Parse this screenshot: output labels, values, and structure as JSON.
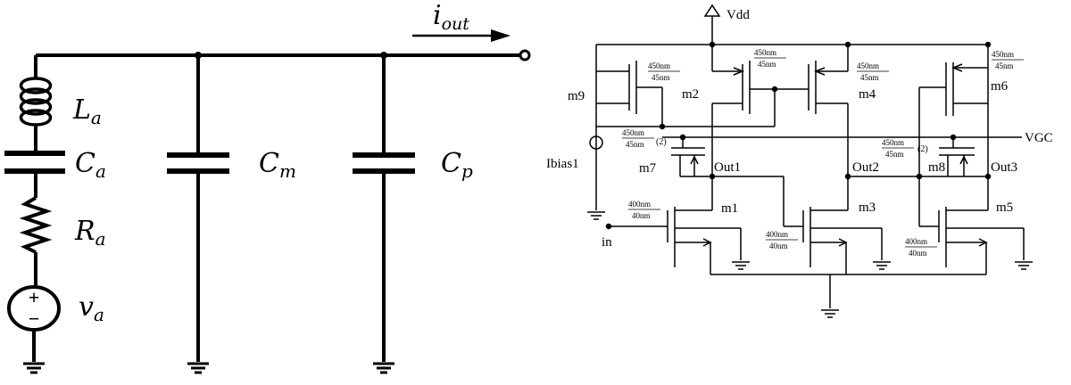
{
  "left": {
    "current": "i",
    "current_sub": "out",
    "components": [
      {
        "id": "La",
        "sym": "L",
        "sub": "a"
      },
      {
        "id": "Ca",
        "sym": "C",
        "sub": "a"
      },
      {
        "id": "Ra",
        "sym": "R",
        "sub": "a"
      },
      {
        "id": "va",
        "sym": "v",
        "sub": "a"
      },
      {
        "id": "Cm",
        "sym": "C",
        "sub": "m"
      },
      {
        "id": "Cp",
        "sym": "C",
        "sub": "p"
      }
    ],
    "source_plus": "+",
    "source_minus": "−"
  },
  "right": {
    "vdd": "Vdd",
    "vgc": "VGC",
    "ibias": "Ibias1",
    "input": "in",
    "transistors": {
      "m1": "m1",
      "m2": "m2",
      "m3": "m3",
      "m4": "m4",
      "m5": "m5",
      "m6": "m6",
      "m7": "m7",
      "m8": "m8",
      "m9": "m9"
    },
    "outputs": {
      "out1": "Out1",
      "out2": "Out2",
      "out3": "Out3"
    },
    "sizes": {
      "pmos_num": "450nm",
      "pmos_den": "45nm",
      "nmos_num": "400nm",
      "nmos_den": "40nm",
      "mult": "(2)"
    }
  }
}
